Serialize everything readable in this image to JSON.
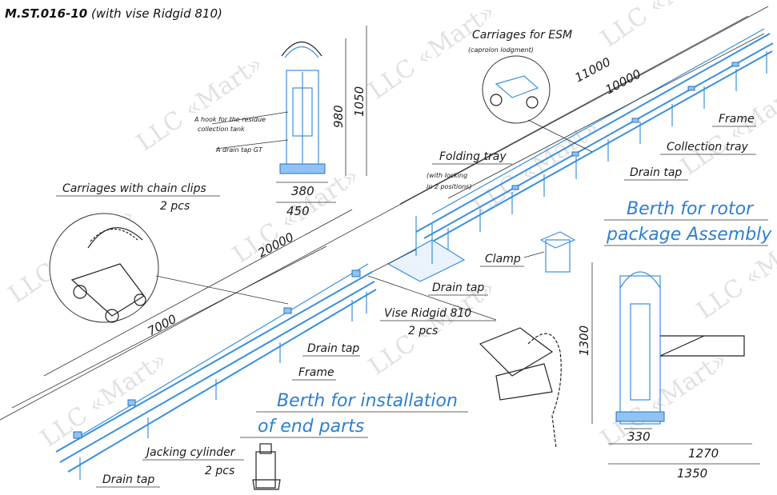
{
  "title": {
    "code": "M.ST.016-10",
    "note": " (with vise Ridgid 810)"
  },
  "watermark": "LLC «Mart»",
  "colors": {
    "frame": "#3a8fe0",
    "accent_text": "#2f7fd0",
    "ink": "#222222",
    "watermark": "#c9c9c9"
  },
  "labels": {
    "carriages_esm": "Carriages for ESM",
    "carriages_esm_note": "(caprolon lodgment)",
    "frame_top": "Frame",
    "collection_tray": "Collection tray",
    "drain_tap_top": "Drain tap",
    "folding_tray": "Folding tray",
    "folding_tray_note1": "(with locking",
    "folding_tray_note2": "in 2 positions)",
    "berth_rotor1": "Berth for rotor",
    "berth_rotor2": "package Assembly",
    "clamp": "Clamp",
    "drain_tap_mid": "Drain tap",
    "vise_ridgid": "Vise Ridgid 810",
    "vise_pcs": "2 pcs",
    "carriages_chain": "Carriages with chain clips",
    "carriages_chain_pcs": "2 pcs",
    "drain_tap_low": "Drain tap",
    "frame_low": "Frame",
    "berth_install1": "Berth for installation",
    "berth_install2": "of end parts",
    "jacking_cylinder": "Jacking cylinder",
    "jacking_pcs": "2 pcs",
    "drain_tap_bottom": "Drain tap",
    "hook_note1": "A hook for the residue",
    "hook_note2": "collection tank",
    "drain_tap_gt": "A drain tap GT"
  },
  "dimensions": {
    "d11000": "11000",
    "d10000": "10000",
    "d20000": "20000",
    "d7000": "7000",
    "d1050": "1050",
    "d980": "980",
    "d380": "380",
    "d450": "450",
    "d1300": "1300",
    "d330": "330",
    "d1270": "1270",
    "d1350": "1350"
  }
}
